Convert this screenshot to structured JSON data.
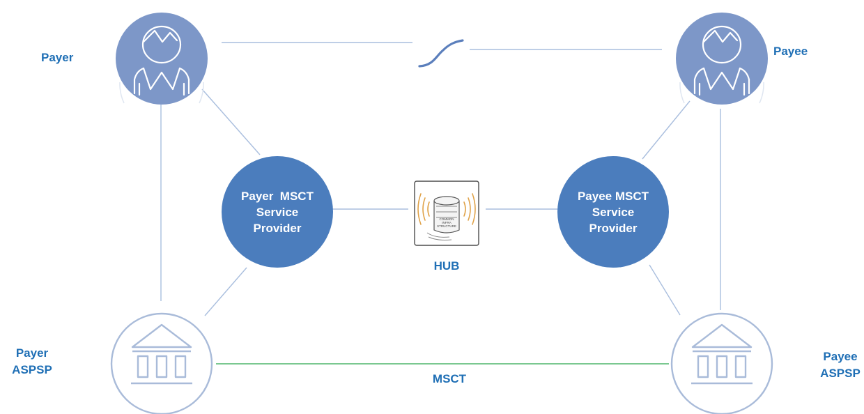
{
  "labels": {
    "payer": "Payer",
    "payee": "Payee",
    "payer_aspsp": [
      "Payer",
      "ASPSP"
    ],
    "payee_aspsp": [
      "Payee",
      "ASPSP"
    ],
    "hub": "HUB",
    "msct": "MSCT",
    "hub_icon_text": [
      "COMMON",
      "INFRA",
      "STRUCTURE"
    ]
  },
  "nodes": {
    "payer_provider": [
      "Payer  MSCT",
      "Service",
      "Provider"
    ],
    "payee_provider": [
      "Payee MSCT",
      "Service",
      "Provider"
    ]
  },
  "colors": {
    "person_fill": "#7d97c8",
    "provider_fill": "#4b7dbd",
    "label_text": "#1f6fb5",
    "line": "#a9bede",
    "msct_line": "#4fb56c",
    "bank_stroke": "#a9bbd9"
  },
  "icons": {
    "payer": "person-icon",
    "payee": "person-icon",
    "payer_aspsp": "bank-icon",
    "payee_aspsp": "bank-icon",
    "hub": "database-icon"
  }
}
